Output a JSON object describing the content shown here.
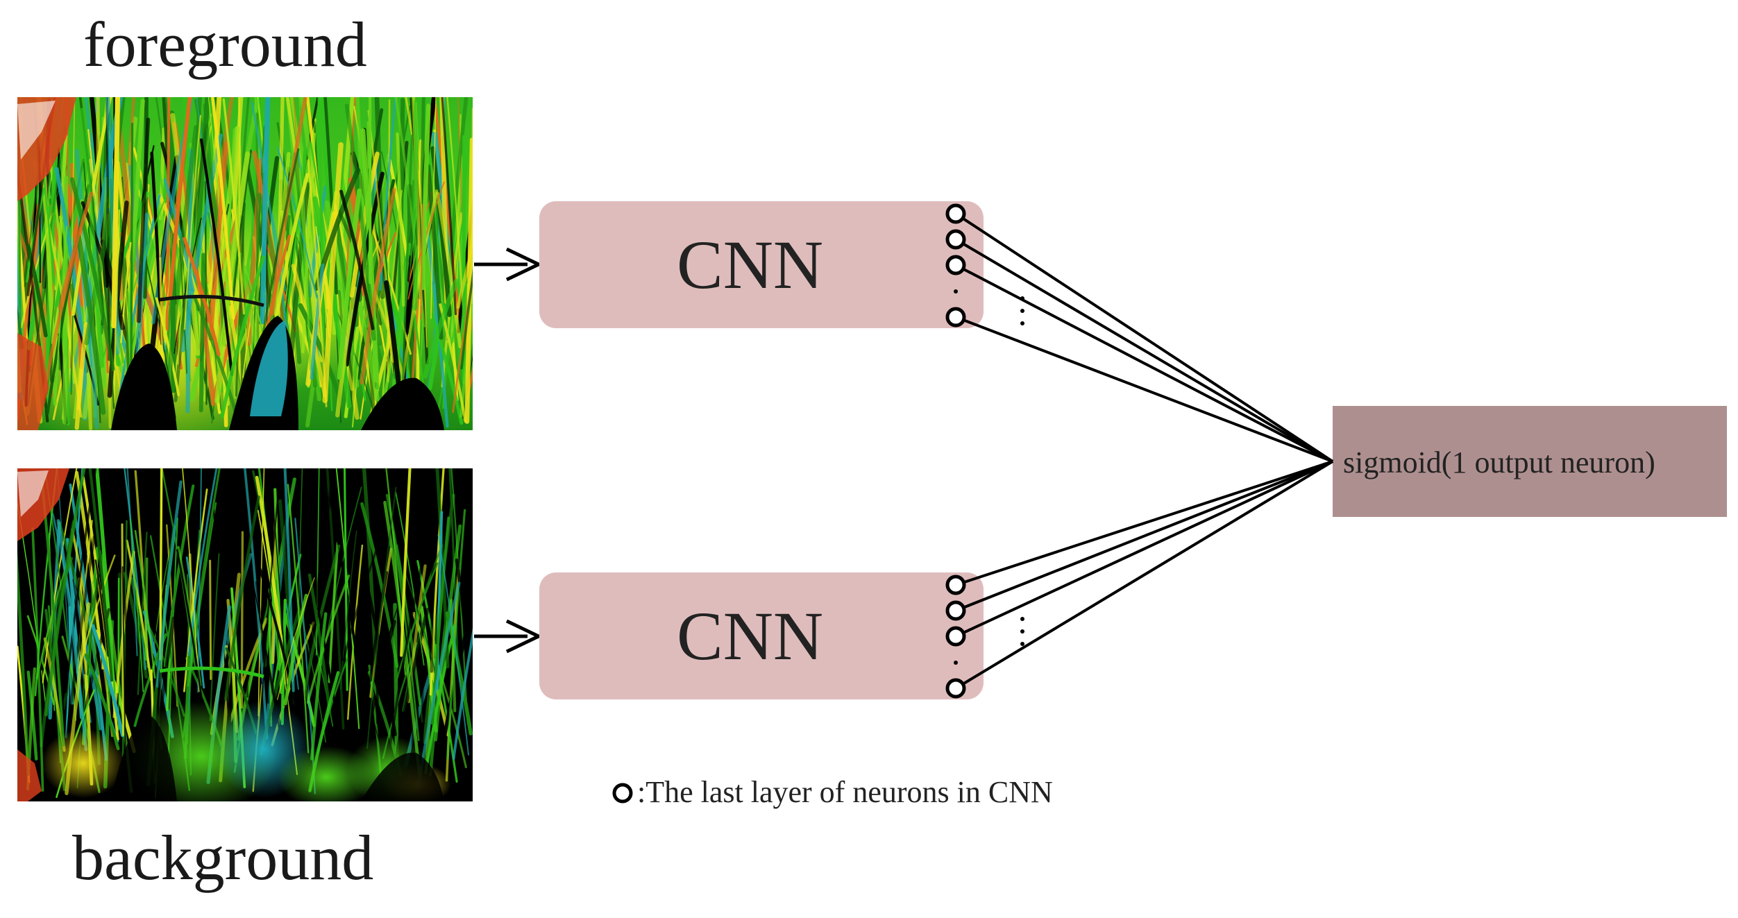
{
  "labels": {
    "foreground": "foreground",
    "background": "background"
  },
  "cnn": {
    "top_label": "CNN",
    "bottom_label": "CNN",
    "fill": "#dfbcbc"
  },
  "output": {
    "label": "sigmoid(1 output neuron)",
    "fill": "#ae8f8f"
  },
  "legend": {
    "text": ":The last layer of neurons in CNN"
  },
  "images": {
    "foreground": {
      "description_icon": "plant-heatmap-image",
      "dominant_colors": [
        "#2fc21a",
        "#9be21a",
        "#f2e21a",
        "#e04a1a",
        "#000000"
      ]
    },
    "background": {
      "description_icon": "plant-heatmap-image",
      "dominant_colors": [
        "#000000",
        "#2fc21a",
        "#22b4b4",
        "#f2e21a"
      ]
    }
  }
}
